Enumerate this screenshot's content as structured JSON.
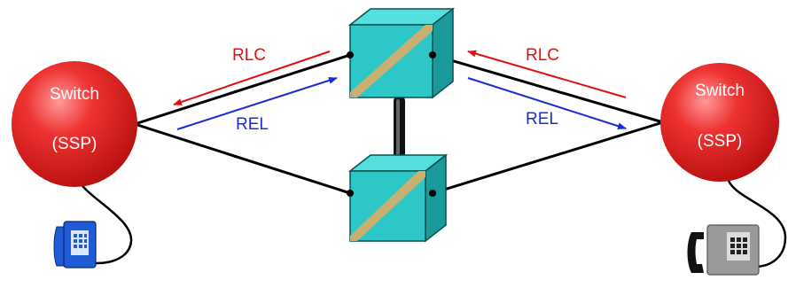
{
  "switches": {
    "left": {
      "line1": "Switch",
      "line2": "(SSP)"
    },
    "right": {
      "line1": "Switch",
      "line2": "(SSP)"
    }
  },
  "messages": {
    "left_rlc": "RLC",
    "left_rel": "REL",
    "right_rlc": "RLC",
    "right_rel": "REL"
  },
  "colors": {
    "switch": "#e81f1f",
    "stp_front": "#2ec7c7",
    "stp_top": "#55dede",
    "stp_side": "#1a9a9a",
    "stp_stripe": "#c8b070",
    "link": "#000000",
    "rlc": "#e01010",
    "rel": "#1a2fd0",
    "phone_left": "#1f5bd6",
    "phone_right": "#9a9a9a"
  },
  "icons": [
    "switch-sphere",
    "stp-cube",
    "telephone-icon"
  ]
}
